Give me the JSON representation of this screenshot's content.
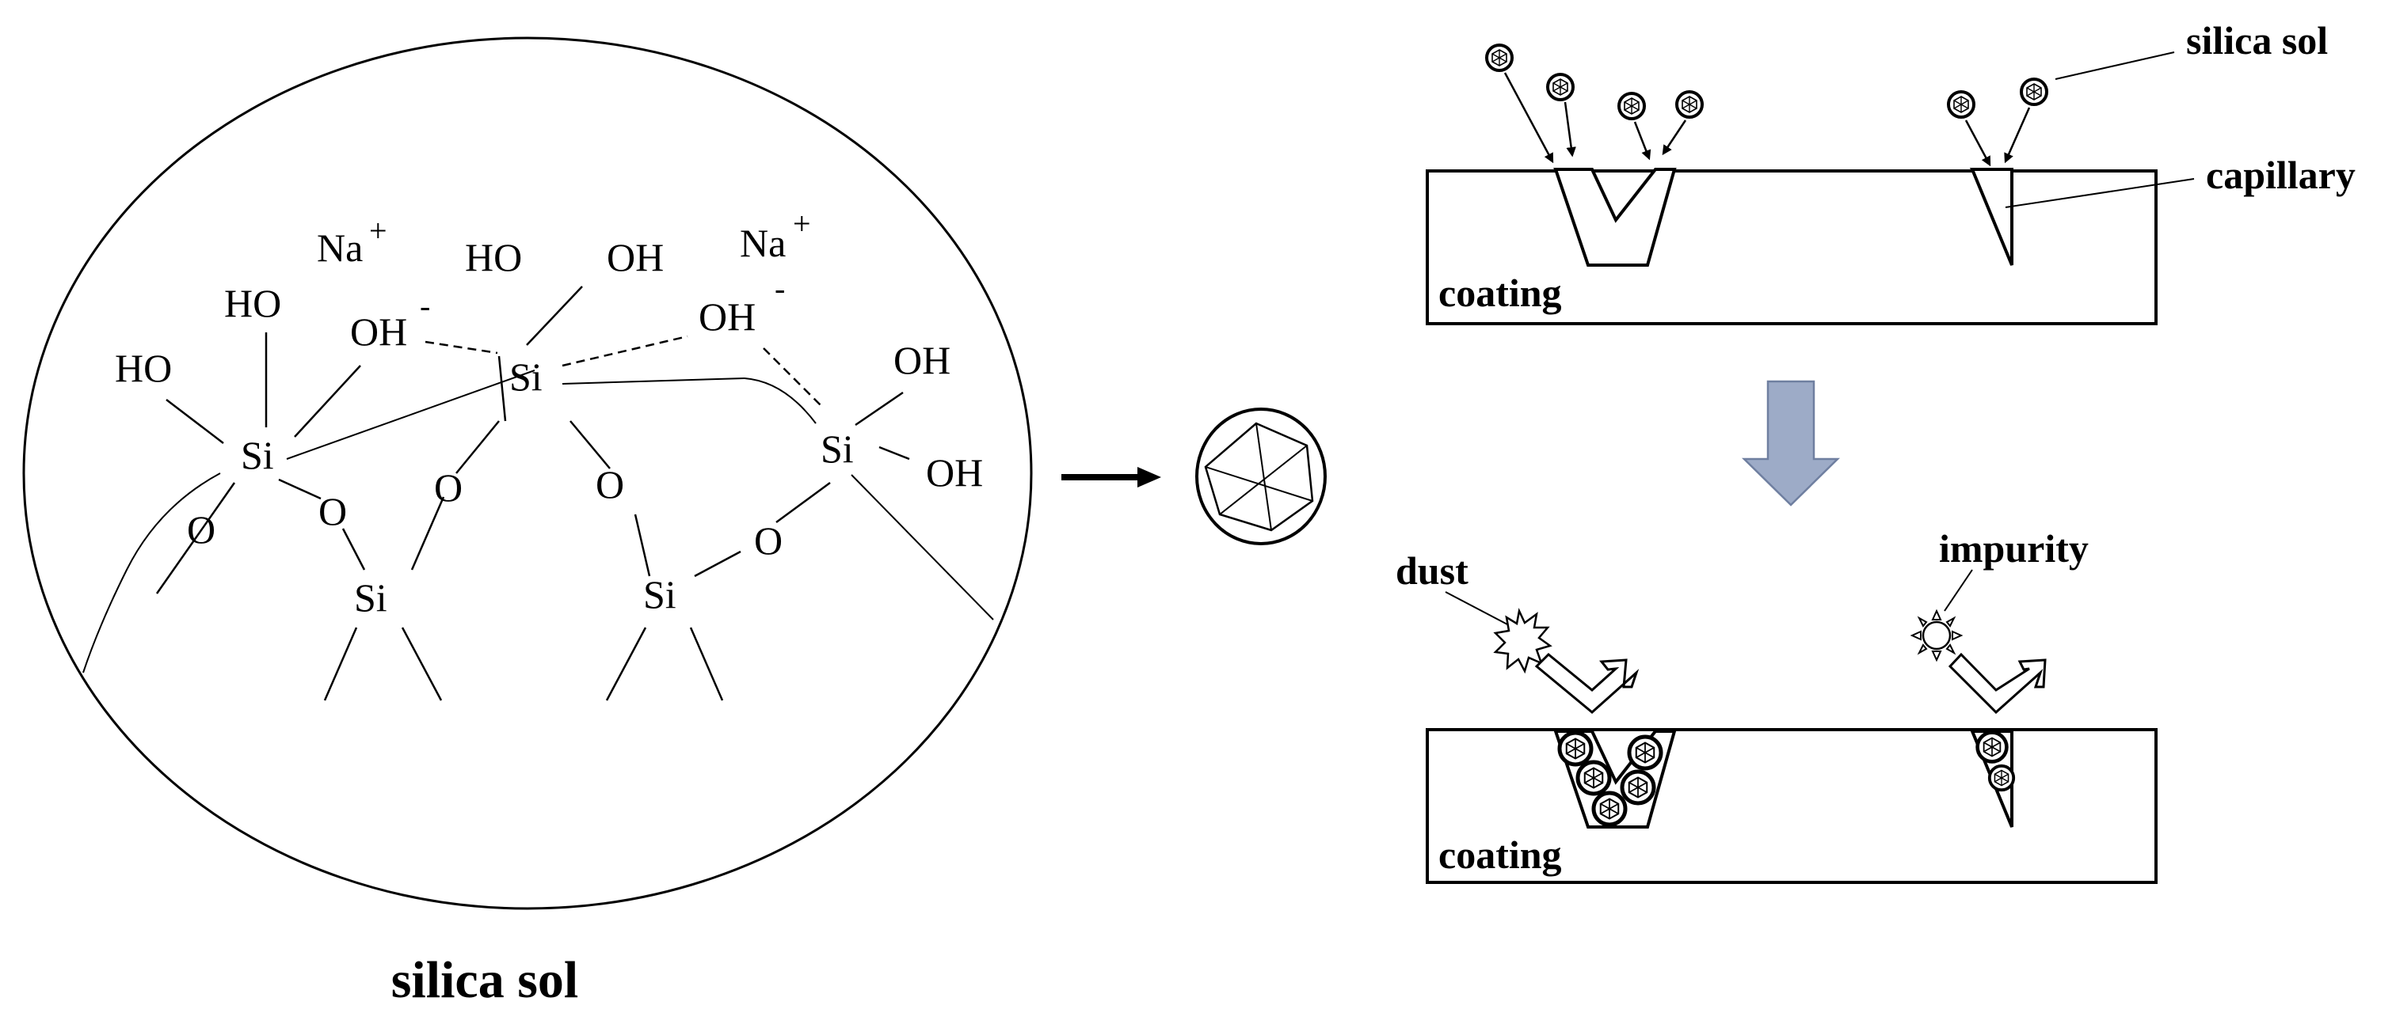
{
  "molecule": {
    "na1": "Na",
    "na1_charge": "+",
    "na2": "Na",
    "na2_charge": "+",
    "ho_top_left": "HO",
    "ho_left": "HO",
    "oh_minus_left": "OH",
    "oh_minus_left_charge": "-",
    "ho_top_center": "HO",
    "oh_top_center": "OH",
    "oh_minus_right": "OH",
    "oh_minus_right_charge": "-",
    "oh_right_top": "OH",
    "oh_right_bottom": "OH",
    "si_left": "Si",
    "si_center": "Si",
    "si_right": "Si",
    "si_bottom_left": "Si",
    "si_bottom_right": "Si",
    "o_far_left": "O",
    "o_left_1": "O",
    "o_left_2": "O",
    "o_center_right": "O",
    "o_right": "O"
  },
  "labels": {
    "silica_sol_caption": "silica sol",
    "silica_sol_top": "silica sol",
    "capillary": "capillary",
    "coating_top": "coating",
    "coating_bottom": "coating",
    "dust": "dust",
    "impurity": "impurity"
  },
  "colors": {
    "down_arrow_fill": "#9dabc7",
    "down_arrow_stroke": "#6f7fa0",
    "line": "#000000"
  }
}
